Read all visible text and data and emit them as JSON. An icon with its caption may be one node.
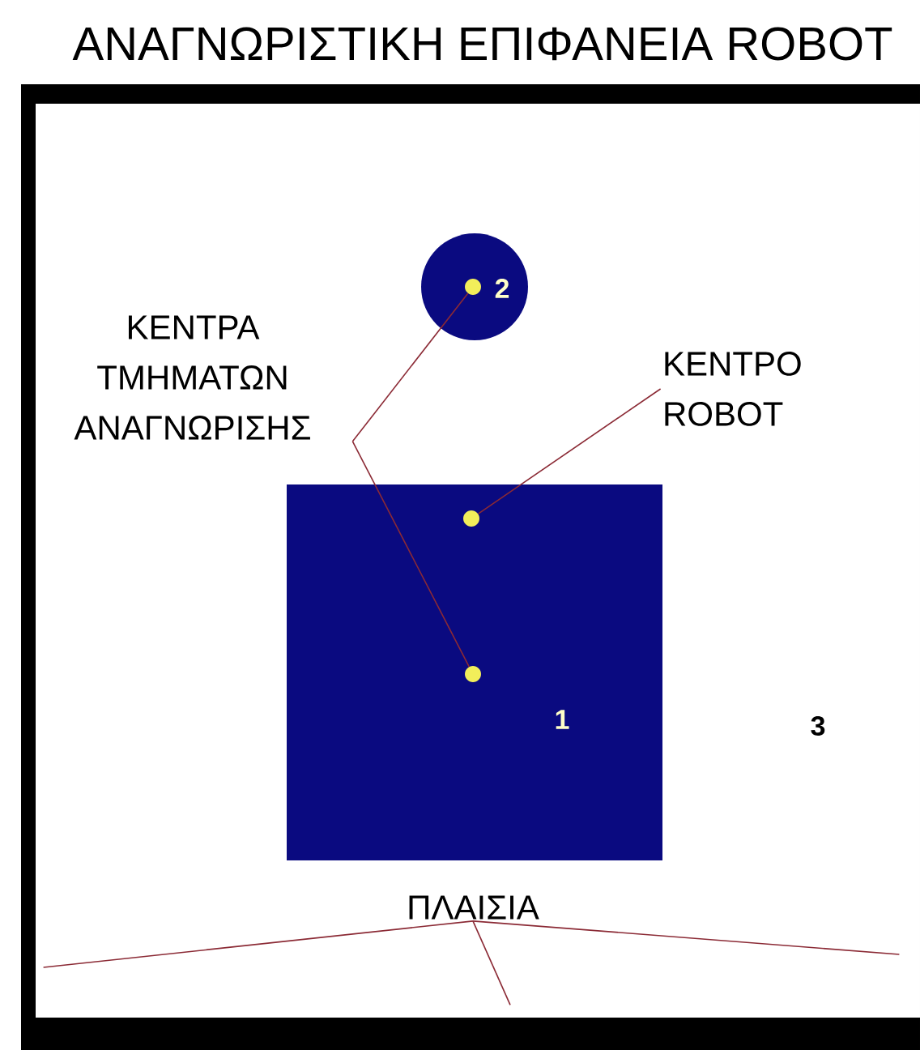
{
  "diagram": {
    "title": "ΑΝΑΓΝΩΡΙΣΤΙΚΗ ΕΠΙΦΑΝΕΙΑ ROBOT",
    "nodes": [
      {
        "text": [
          "3"
        ]
      },
      {
        "text": [
          "2"
        ],
        "in": 0
      },
      {
        "text": [],
        "shape": "circle",
        "in": 1
      },
      {
        "text": [
          "ΚΕΝΤΡΑ ΤΜΗΜΑΤΩΝ ΑΝΑΓΝΩΡΙΣΗΣ"
        ],
        "in": 0
      },
      {
        "text": [
          "ΚΕΝΤΡΟ ROBOT"
        ],
        "in": 0
      },
      {
        "text": [
          "1"
        ],
        "in": 0
      },
      {
        "text": [],
        "shape": "circle",
        "in": 5
      },
      {
        "text": [],
        "shape": "circle",
        "in": 5
      },
      {
        "text": [
          "ΠΛΑΙΣΙΑ"
        ],
        "in": 0
      }
    ],
    "edges": [
      {
        "from": 3,
        "to": 2,
        "arrow": "none"
      },
      {
        "from": 3,
        "to": 7,
        "arrow": "none"
      },
      {
        "from": 4,
        "to": 6,
        "arrow": "none"
      },
      {
        "from": 8,
        "to": 0,
        "arrow": "none"
      },
      {
        "from": 8,
        "to": 0,
        "arrow": "none"
      },
      {
        "from": 8,
        "to": 0,
        "arrow": "none"
      }
    ]
  }
}
